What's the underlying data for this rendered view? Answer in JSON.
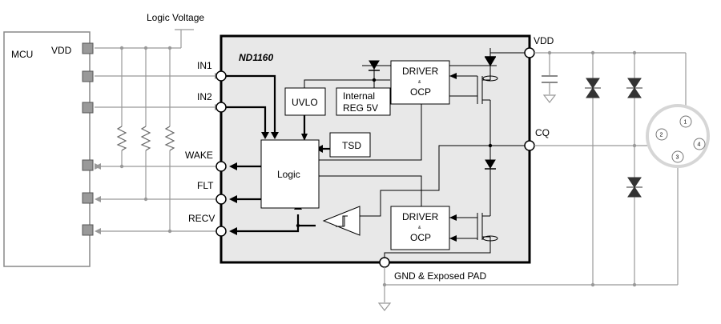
{
  "labels": {
    "logic_voltage": "Logic Voltage",
    "mcu": "MCU",
    "mcu_vdd": "VDD",
    "chip_name": "ND1160",
    "in1": "IN1",
    "in2": "IN2",
    "wake": "WAKE",
    "flt": "FLT",
    "recv": "RECV",
    "vdd": "VDD",
    "cq": "CQ",
    "gnd": "GND & Exposed PAD"
  },
  "blocks": {
    "uvlo": "UVLO",
    "internal_reg_line1": "Internal",
    "internal_reg_line2": "REG 5V",
    "tsd": "TSD",
    "logic": "Logic",
    "driver1_line1": "DRIVER",
    "driver1_amp": "&",
    "driver1_line2": "OCP",
    "driver2_line1": "DRIVER",
    "driver2_amp": "&",
    "driver2_line2": "OCP"
  },
  "connector_pins": [
    "1",
    "2",
    "3",
    "4"
  ],
  "colors": {
    "chip_fill": "#e8e8e8",
    "wire_gray": "#9a9a9a",
    "pad_fill": "#999999",
    "connector_outer": "#d6d6d6"
  }
}
